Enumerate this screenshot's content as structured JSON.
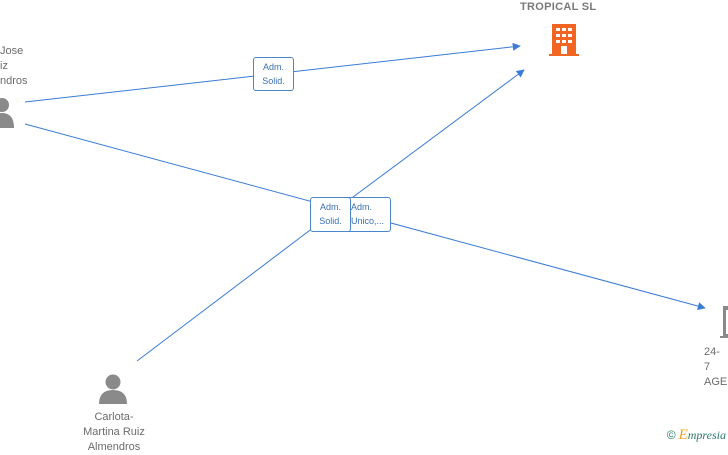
{
  "diagram": {
    "company_top": {
      "name": "TROPICAL  SL",
      "icon": "building-icon",
      "color": "#f26522"
    },
    "company_right": {
      "name_line1": "24- 7",
      "name_line2": "AGE",
      "icon": "building-icon",
      "color": "#8a8a8a"
    },
    "person_topleft": {
      "line1": "Jose",
      "line2": "iz",
      "line3": "ndros",
      "icon": "person-icon"
    },
    "person_bottom": {
      "line1": "Carlota-",
      "line2": "Martina Ruiz",
      "line3": "Almendros",
      "icon": "person-icon"
    },
    "edges": [
      {
        "line1": "Adm.",
        "line2": "Solid."
      },
      {
        "line1": "Adm.",
        "line2": "Solid."
      },
      {
        "line1": "Adm.",
        "line2": "Unico,..."
      }
    ],
    "edge_color": "#3a7bd5",
    "node_color": "#8a8a8a"
  },
  "brand": {
    "copyright": "©",
    "initial": "E",
    "rest": "mpresia"
  }
}
